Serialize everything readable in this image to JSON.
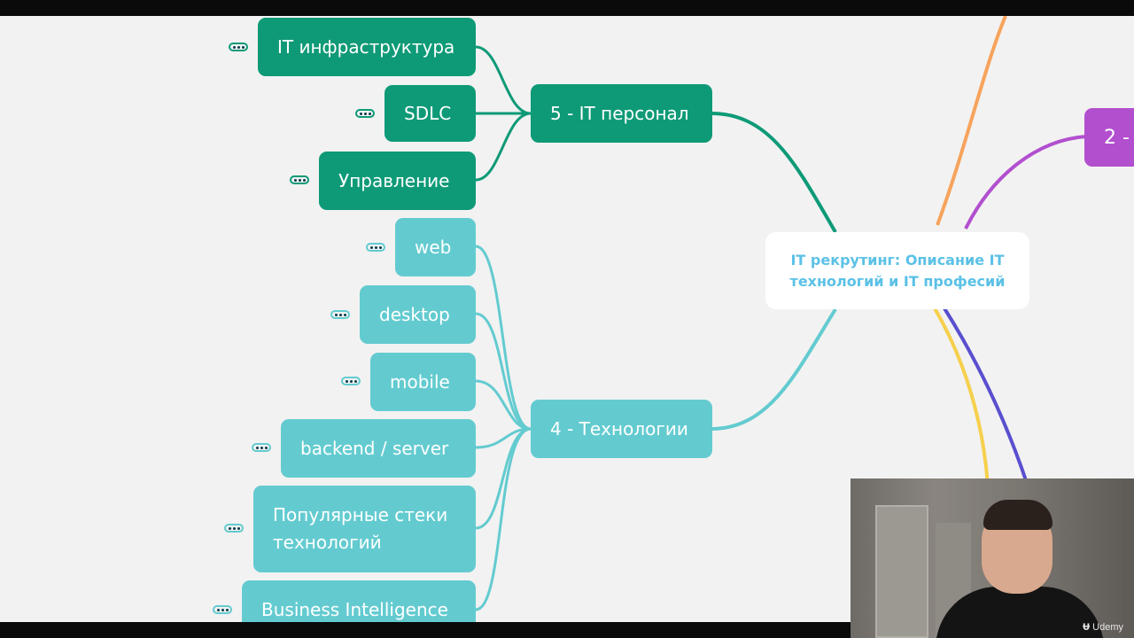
{
  "center": {
    "line1": "IT рекрутинг: Описание IT",
    "line2": "технологий и IT професий"
  },
  "branch_personnel": {
    "label": "5 - IT персонал",
    "children": [
      "IT инфраструктура",
      "SDLC",
      "Управление"
    ]
  },
  "branch_tech": {
    "label": "4 - Технологии",
    "children": [
      "web",
      "desktop",
      "mobile",
      "backend / server",
      "Популярные стеки технологий",
      "Business Intelligence"
    ]
  },
  "branch_right_partial": {
    "label": "2 -"
  },
  "webcam": {
    "brand": "Udemy"
  },
  "colors": {
    "dark_teal": "#0e9a77",
    "light_teal": "#63cbd0",
    "purple": "#b24fcf",
    "orange": "#f7a35c",
    "yellow": "#f6d04d",
    "indigo": "#5a4fcf",
    "center_text": "#5bc1e6"
  },
  "icons": {
    "collapsed_indicator": "ellipsis-icon",
    "brand_logo": "udemy-logo-icon"
  }
}
